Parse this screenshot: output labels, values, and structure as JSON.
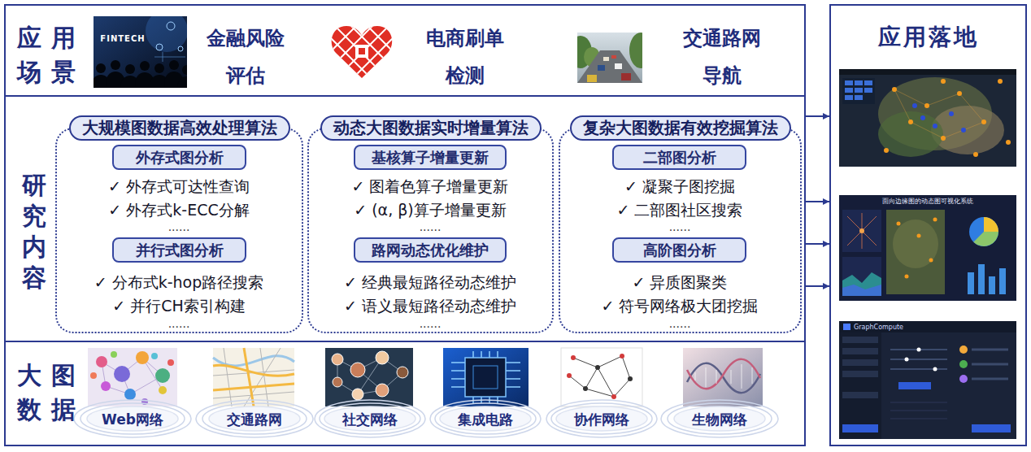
{
  "diagram": {
    "nodes": [
      {
        "text": [
          "应用场景"
        ]
      },
      {
        "text": [
          "研究内容"
        ]
      },
      {
        "text": [
          "大规模图数据高效处理算法"
        ],
        "in": 1
      },
      {
        "text": [
          "外存式图分析"
        ],
        "in": 2
      },
      {
        "text": [
          "并行式图分析"
        ],
        "in": 2
      },
      {
        "text": [
          "动态大图数据实时增量算法"
        ],
        "in": 1
      },
      {
        "text": [
          "基核算子增量更新"
        ],
        "in": 5
      },
      {
        "text": [
          "路网动态优化维护"
        ],
        "in": 5
      },
      {
        "text": [
          "复杂大图数据有效挖掘算法"
        ],
        "in": 1
      },
      {
        "text": [
          "二部图分析"
        ],
        "in": 8
      },
      {
        "text": [
          "高阶图分析"
        ],
        "in": 8
      },
      {
        "text": [
          "大图数据"
        ]
      },
      {
        "text": [
          "应用落地"
        ]
      }
    ],
    "edges": [
      {
        "from": 1,
        "to": 12,
        "arrow": "to"
      },
      {
        "from": 1,
        "to": 12,
        "arrow": "to"
      },
      {
        "from": 1,
        "to": 12,
        "arrow": "to"
      },
      {
        "from": 1,
        "to": 12,
        "arrow": "to"
      }
    ],
    "labels": [
      "FINTECH",
      "金融风险评估",
      "电商刷单检测",
      "交通路网导航",
      "✓ 外存式可达性查询",
      "✓ 外存式k-ECC分解",
      "......",
      "✓ 分布式k-hop路径搜索",
      "✓ 并行CH索引构建",
      "......",
      "✓ 图着色算子增量更新",
      "✓ (α, β)算子增量更新",
      "......",
      "✓ 经典最短路径动态维护",
      "✓ 语义最短路径动态维护",
      "......",
      "✓ 凝聚子图挖掘",
      "✓ 二部图社区搜索",
      "......",
      "✓ 异质图聚类",
      "✓ 符号网络极大团挖掘",
      "......",
      "Web网络",
      "交通路网",
      "社交网络",
      "集成电路",
      "协作网络",
      "生物网络",
      "面向边缘图的动态图可视化系统",
      "GraphCompute"
    ]
  }
}
